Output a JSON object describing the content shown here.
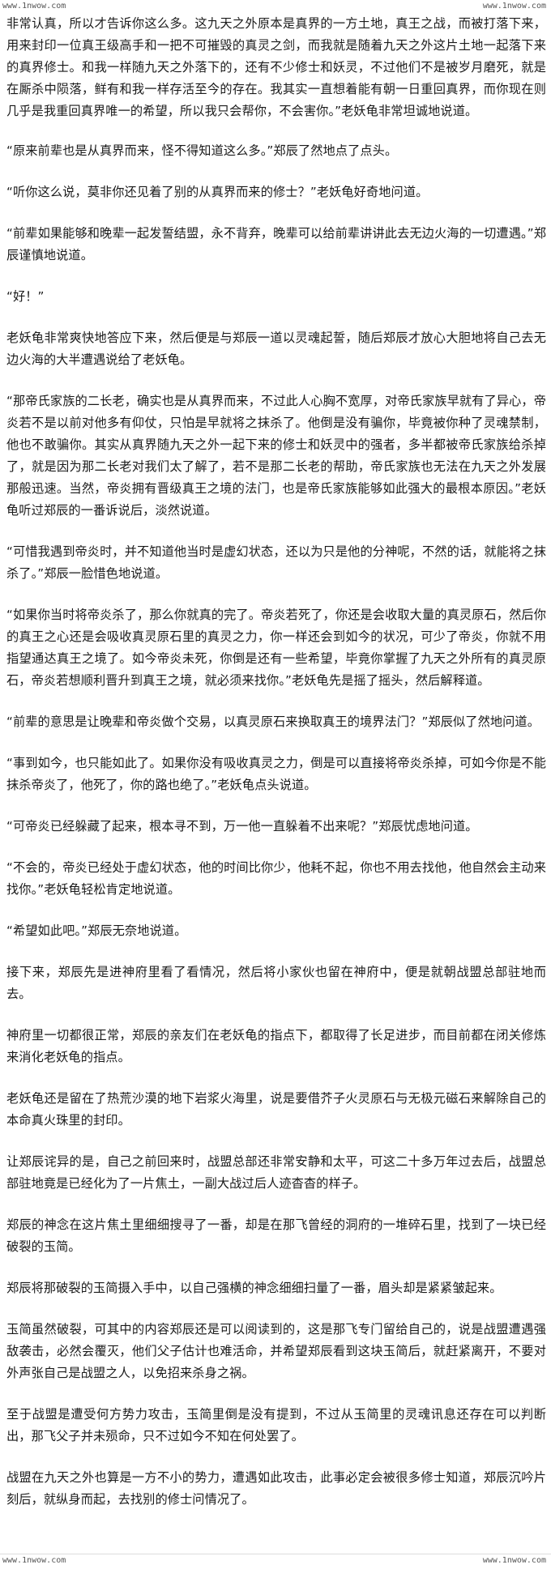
{
  "watermarks": {
    "top_left": "www.1nwow.com",
    "top_right": "www.1nwow.com",
    "bottom_left": "www.1nwow.com",
    "bottom_right": "www.1nwow.com"
  },
  "paragraphs": [
    "非常认真，所以才告诉你这么多。这九天之外原本是真界的一方土地，真王之战，而被打落下来，用来封印一位真王级高手和一把不可摧毁的真灵之剑，而我就是随着九天之外这片土地一起落下来的真界修士。和我一样随九天之外落下的，还有不少修士和妖灵，不过他们不是被岁月磨死，就是在厮杀中陨落，鲜有和我一样存活至今的存在。我其实一直想着能有朝一日重回真界，而你现在则几乎是我重回真界唯一的希望，所以我只会帮你，不会害你。”老妖龟非常坦诚地说道。",
    "“原来前辈也是从真界而来，怪不得知道这么多。”郑辰了然地点了点头。",
    "“听你这么说，莫非你还见着了别的从真界而来的修士？”老妖龟好奇地问道。",
    "“前辈如果能够和晚辈一起发誓结盟，永不背弃，晚辈可以给前辈讲讲此去无边火海的一切遭遇。”郑辰谨慎地说道。",
    "“好！”",
    "老妖龟非常爽快地答应下来，然后便是与郑辰一道以灵魂起誓，随后郑辰才放心大胆地将自己去无边火海的大半遭遇说给了老妖龟。",
    "“那帝氏家族的二长老，确实也是从真界而来，不过此人心胸不宽厚，对帝氏家族早就有了异心，帝炎若不是以前对他多有仰仗，只怕是早就将之抹杀了。他倒是没有骗你，毕竟被你种了灵魂禁制，他也不敢骗你。其实从真界随九天之外一起下来的修士和妖灵中的强者，多半都被帝氏家族给杀掉了，就是因为那二长老对我们太了解了，若不是那二长老的帮助，帝氏家族也无法在九天之外发展那般迅速。当然，帝炎拥有晋级真王之境的法门，也是帝氏家族能够如此强大的最根本原因。”老妖龟听过郑辰的一番诉说后，淡然说道。",
    "“可惜我遇到帝炎时，并不知道他当时是虚幻状态，还以为只是他的分神呢，不然的话，就能将之抹杀了。”郑辰一脸惜色地说道。",
    "“如果你当时将帝炎杀了，那么你就真的完了。帝炎若死了，你还是会收取大量的真灵原石，然后你的真王之心还是会吸收真灵原石里的真灵之力，你一样还会到如今的状况，可少了帝炎，你就不用指望通达真王之境了。如今帝炎未死，你倒是还有一些希望，毕竟你掌握了九天之外所有的真灵原石，帝炎若想顺利晋升到真王之境，就必须来找你。”老妖龟先是摇了摇头，然后解释道。",
    "“前辈的意思是让晚辈和帝炎做个交易，以真灵原石来换取真王的境界法门？”郑辰似了然地问道。",
    "“事到如今，也只能如此了。如果你没有吸收真灵之力，倒是可以直接将帝炎杀掉，可如今你是不能抹杀帝炎了，他死了，你的路也绝了。”老妖龟点头说道。",
    "“可帝炎已经躲藏了起来，根本寻不到，万一他一直躲着不出来呢？”郑辰忧虑地问道。",
    "“不会的，帝炎已经处于虚幻状态，他的时间比你少，他耗不起，你也不用去找他，他自然会主动来找你。”老妖龟轻松肯定地说道。",
    "“希望如此吧。”郑辰无奈地说道。",
    "接下来，郑辰先是进神府里看了看情况，然后将小家伙也留在神府中，便是就朝战盟总部驻地而去。",
    "神府里一切都很正常，郑辰的亲友们在老妖龟的指点下，都取得了长足进步，而目前都在闭关修炼来消化老妖龟的指点。",
    "老妖龟还是留在了热荒沙漠的地下岩浆火海里，说是要借芥子火灵原石与无极元磁石来解除自己的本命真火珠里的封印。",
    "让郑辰诧异的是，自己之前回来时，战盟总部还非常安静和太平，可这二十多万年过去后，战盟总部驻地竟是已经化为了一片焦土，一副大战过后人迹杳杳的样子。",
    "郑辰的神念在这片焦土里细细搜寻了一番，却是在那飞曾经的洞府的一堆碎石里，找到了一块已经破裂的玉简。",
    "郑辰将那破裂的玉简摄入手中，以自己强横的神念细细扫量了一番，眉头却是紧紧皱起来。",
    "玉简虽然破裂，可其中的内容郑辰还是可以阅读到的，这是那飞专门留给自己的，说是战盟遭遇强敌袭击，必然会覆灭，他们父子估计也难活命，并希望郑辰看到这块玉简后，就赶紧离开，不要对外声张自己是战盟之人，以免招来杀身之祸。",
    "至于战盟是遭受何方势力攻击，玉简里倒是没有提到，不过从玉简里的灵魂讯息还存在可以判断出，那飞父子并未殒命，只不过如今不知在何处罢了。",
    "战盟在九天之外也算是一方不小的势力，遭遇如此攻击，此事必定会被很多修士知道，郑辰沉吟片刻后，就纵身而起，去找别的修士问情况了。"
  ]
}
